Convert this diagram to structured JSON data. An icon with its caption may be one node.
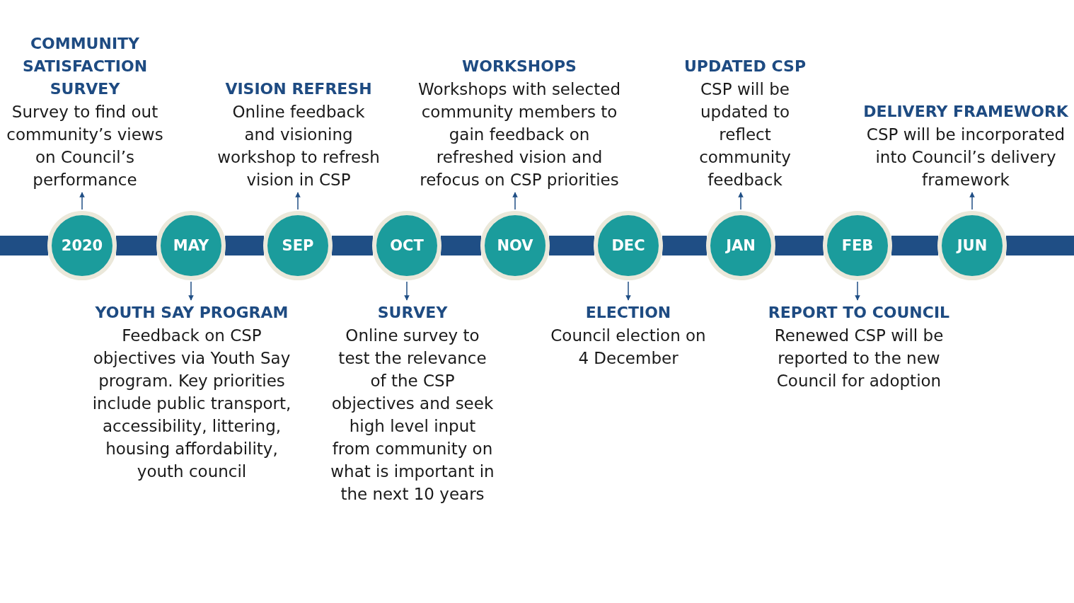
{
  "diagram": {
    "nodes": [
      {
        "text": [
          "2020"
        ]
      },
      {
        "text": [
          "MAY"
        ]
      },
      {
        "text": [
          "SEP"
        ]
      },
      {
        "text": [
          "OCT"
        ]
      },
      {
        "text": [
          "NOV"
        ]
      },
      {
        "text": [
          "DEC"
        ]
      },
      {
        "text": [
          "JAN"
        ]
      },
      {
        "text": [
          "FEB"
        ]
      },
      {
        "text": [
          "JUN"
        ]
      },
      {
        "text": [
          "COMMUNITY SATISFACTION SURVEY",
          "Survey to find out community’s views on Council’s performance"
        ]
      },
      {
        "text": [
          "YOUTH SAY PROGRAM",
          "Feedback on CSP objectives via Youth Say program. Key priorities include public transport, accessibility, littering, housing affordability, youth council"
        ]
      },
      {
        "text": [
          "VISION REFRESH",
          "Online feedback and visioning workshop to refresh vision in CSP"
        ]
      },
      {
        "text": [
          "SURVEY",
          "Online survey to test the relevance of the CSP objectives and seek high level input from community on what is important in the next 10 years"
        ]
      },
      {
        "text": [
          "WORKSHOPS",
          "Workshops with selected community members to gain feedback on refreshed vision and refocus on CSP priorities"
        ]
      },
      {
        "text": [
          "ELECTION",
          "Council election on 4 December"
        ]
      },
      {
        "text": [
          "UPDATED CSP",
          "CSP will be updated to reflect community feedback"
        ]
      },
      {
        "text": [
          "REPORT TO COUNCIL",
          "Renewed CSP will be reported to the new Council for adoption"
        ]
      },
      {
        "text": [
          "DELIVERY FRAMEWORK",
          "CSP will be incorporated into Council’s delivery framework"
        ]
      }
    ],
    "edges": [
      {
        "from": 0,
        "to": 9,
        "arrow": "to"
      },
      {
        "from": 1,
        "to": 10,
        "arrow": "to"
      },
      {
        "from": 2,
        "to": 11,
        "arrow": "to"
      },
      {
        "from": 3,
        "to": 12,
        "arrow": "to"
      },
      {
        "from": 4,
        "to": 13,
        "arrow": "to"
      },
      {
        "from": 5,
        "to": 14,
        "arrow": "to"
      },
      {
        "from": 6,
        "to": 15,
        "arrow": "to"
      },
      {
        "from": 7,
        "to": 16,
        "arrow": "to"
      },
      {
        "from": 8,
        "to": 17,
        "arrow": "to"
      },
      {
        "from": null,
        "to": 0,
        "arrow": "none"
      },
      {
        "from": 0,
        "to": 1,
        "arrow": "none"
      },
      {
        "from": 1,
        "to": 2,
        "arrow": "none"
      },
      {
        "from": 2,
        "to": 3,
        "arrow": "none"
      },
      {
        "from": 3,
        "to": 4,
        "arrow": "none"
      },
      {
        "from": 4,
        "to": 5,
        "arrow": "none"
      },
      {
        "from": 5,
        "to": 6,
        "arrow": "none"
      },
      {
        "from": 6,
        "to": 7,
        "arrow": "none"
      },
      {
        "from": 7,
        "to": 8,
        "arrow": "none"
      },
      {
        "from": 8,
        "to": null,
        "arrow": "none"
      }
    ]
  }
}
